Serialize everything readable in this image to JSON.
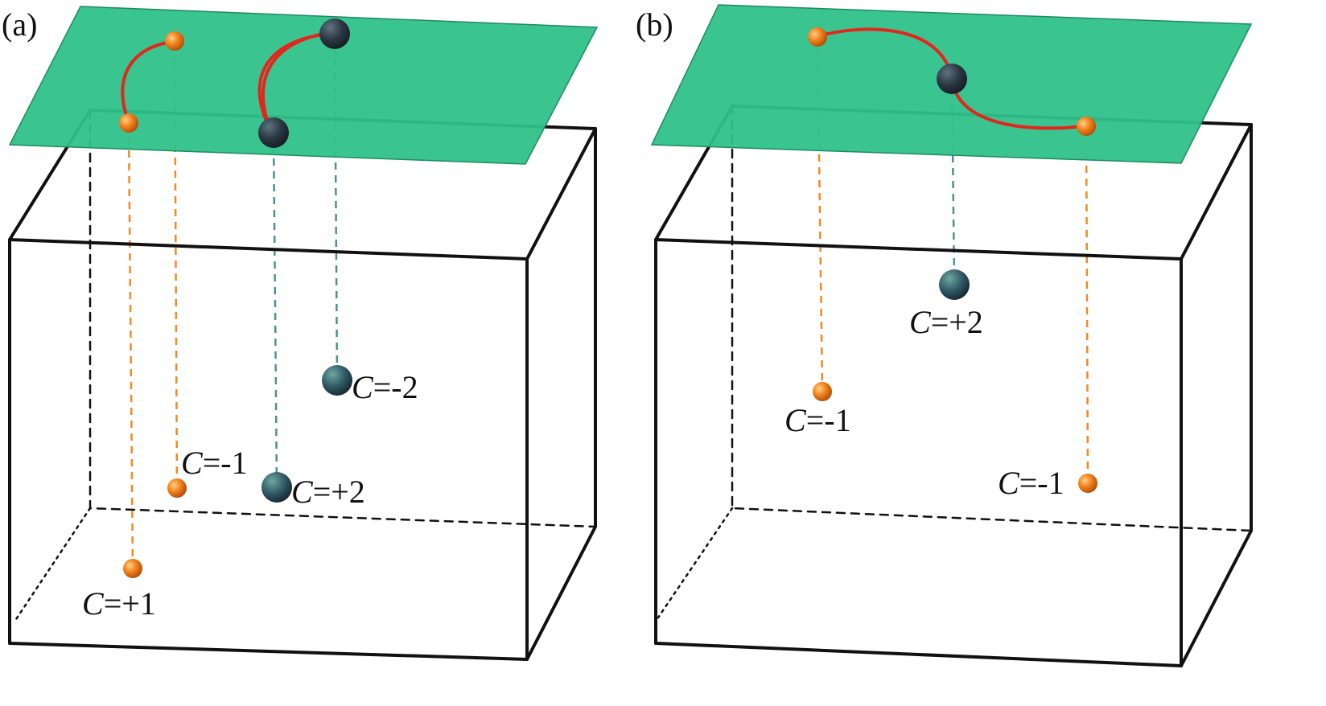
{
  "panels": [
    {
      "label": "(a)",
      "charges": [
        {
          "symbol": "C",
          "value": "=+1"
        },
        {
          "symbol": "C",
          "value": "=-1"
        },
        {
          "symbol": "C",
          "value": "=+2"
        },
        {
          "symbol": "C",
          "value": "=-2"
        }
      ]
    },
    {
      "label": "(b)",
      "charges": [
        {
          "symbol": "C",
          "value": "=-1"
        },
        {
          "symbol": "C",
          "value": "=+2"
        },
        {
          "symbol": "C",
          "value": "=-1"
        }
      ]
    }
  ],
  "colors": {
    "surface_plane": "#2fc18a",
    "fermi_arc": "#e3261d",
    "charge_one_node": "#f08a24",
    "charge_two_node": "#2b3d4a"
  }
}
